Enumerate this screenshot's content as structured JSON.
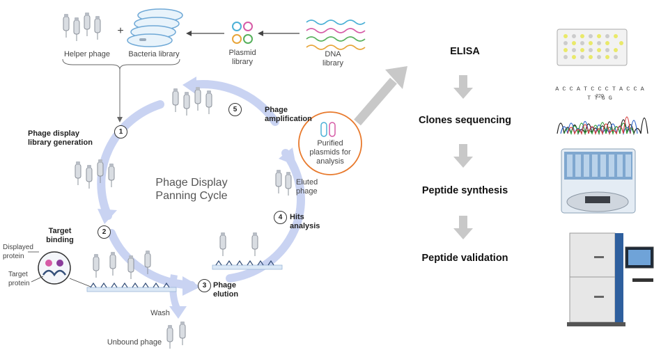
{
  "top": {
    "helper_phage": "Helper phage",
    "plus": "+",
    "bacteria_library": "Bacteria library",
    "plasmid_library": "Plasmid\nlibrary",
    "dna_library": "DNA\nlibrary"
  },
  "cycle": {
    "title": "Phage Display\nPanning Cycle",
    "steps": [
      {
        "num": "1",
        "label": "Phage display\nlibrary generation"
      },
      {
        "num": "2",
        "label": "Target\nbinding"
      },
      {
        "num": "3",
        "label": "Phage\nelution"
      },
      {
        "num": "4",
        "label": "Hits\nanalysis"
      },
      {
        "num": "5",
        "label": "Phage\namplification"
      }
    ],
    "displayed_protein": "Displayed\nprotein",
    "target_protein": "Target\nprotein",
    "wash": "Wash",
    "unbound_phage": "Unbound phage",
    "eluted_phage": "Eluted\nphage",
    "purified_plasmids": "Purified\nplasmids for\nanalysis"
  },
  "workflow": {
    "steps": [
      "ELISA",
      "Clones sequencing",
      "Peptide synthesis",
      "Peptide validation"
    ],
    "sequence_text": "A C C A T C C C T A C C A T T G G",
    "sequence_position": "220"
  },
  "colors": {
    "cycle_arrow": "#c9d3f2",
    "orange_circle": "#e8792c",
    "flow_arrow": "#c8c8c8"
  },
  "icons": [
    "phage-icon",
    "petri-dish-icon",
    "plasmid-icon",
    "dna-strand-icon",
    "elisa-plate-icon",
    "chromatogram-icon",
    "peptide-synthesizer-icon",
    "lab-instrument-icon"
  ]
}
